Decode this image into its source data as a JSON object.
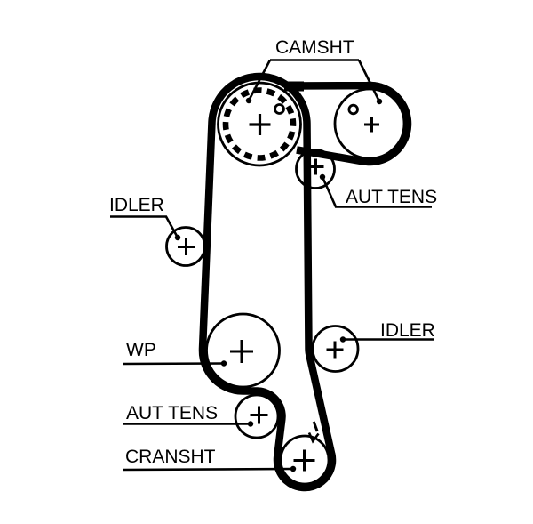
{
  "diagram": {
    "type": "timing-belt-routing",
    "colors": {
      "ink": "#000000",
      "background": "#ffffff"
    },
    "labels": {
      "camsht": {
        "text": "CAMSHT"
      },
      "idler_left": {
        "text": "IDLER"
      },
      "aut_tens_upper": {
        "text": "AUT TENS"
      },
      "idler_right": {
        "text": "IDLER"
      },
      "wp": {
        "text": "WP"
      },
      "aut_tens_lower": {
        "text": "AUT TENS"
      },
      "cransht": {
        "text": "CRANSHT"
      }
    },
    "parts": [
      "camshaft-sprocket-left",
      "camshaft-pulley-right",
      "auto-tensioner-upper",
      "idler-pulley-left",
      "water-pump-pulley",
      "idler-pulley-right",
      "auto-tensioner-lower",
      "crankshaft-sprocket",
      "timing-belt"
    ]
  }
}
